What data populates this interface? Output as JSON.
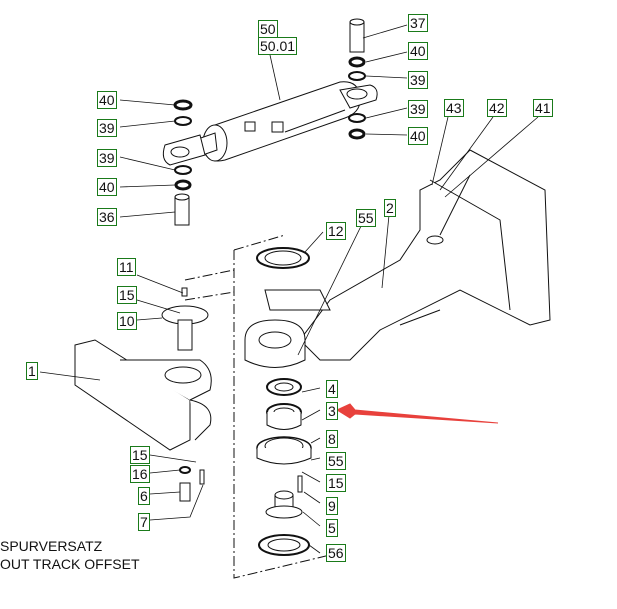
{
  "diagram": {
    "caption": {
      "line1": "SPURVERSATZ",
      "line2": "OUT TRACK OFFSET"
    },
    "callouts": [
      {
        "id": "c50",
        "label": "50"
      },
      {
        "id": "c5001",
        "label": "50.01"
      },
      {
        "id": "c37",
        "label": "37"
      },
      {
        "id": "c40a",
        "label": "40"
      },
      {
        "id": "c39a",
        "label": "39"
      },
      {
        "id": "c39b",
        "label": "39"
      },
      {
        "id": "c40b",
        "label": "40"
      },
      {
        "id": "c40c",
        "label": "40"
      },
      {
        "id": "c39c",
        "label": "39"
      },
      {
        "id": "c39d",
        "label": "39"
      },
      {
        "id": "c40d",
        "label": "40"
      },
      {
        "id": "c36",
        "label": "36"
      },
      {
        "id": "c43",
        "label": "43"
      },
      {
        "id": "c42",
        "label": "42"
      },
      {
        "id": "c41",
        "label": "41"
      },
      {
        "id": "c55a",
        "label": "55"
      },
      {
        "id": "c2",
        "label": "2"
      },
      {
        "id": "c12",
        "label": "12"
      },
      {
        "id": "c11",
        "label": "11"
      },
      {
        "id": "c15a",
        "label": "15"
      },
      {
        "id": "c10",
        "label": "10"
      },
      {
        "id": "c1",
        "label": "1"
      },
      {
        "id": "c4",
        "label": "4"
      },
      {
        "id": "c3",
        "label": "3"
      },
      {
        "id": "c8",
        "label": "8"
      },
      {
        "id": "c55b",
        "label": "55"
      },
      {
        "id": "c15b",
        "label": "15"
      },
      {
        "id": "c9",
        "label": "9"
      },
      {
        "id": "c5",
        "label": "5"
      },
      {
        "id": "c56",
        "label": "56"
      },
      {
        "id": "c15c",
        "label": "15"
      },
      {
        "id": "c16",
        "label": "16"
      },
      {
        "id": "c6",
        "label": "6"
      },
      {
        "id": "c7",
        "label": "7"
      }
    ],
    "highlight_arrow": {
      "target": "3",
      "color": "#e8413c"
    },
    "callout_border_color": "#1a7a1a"
  }
}
